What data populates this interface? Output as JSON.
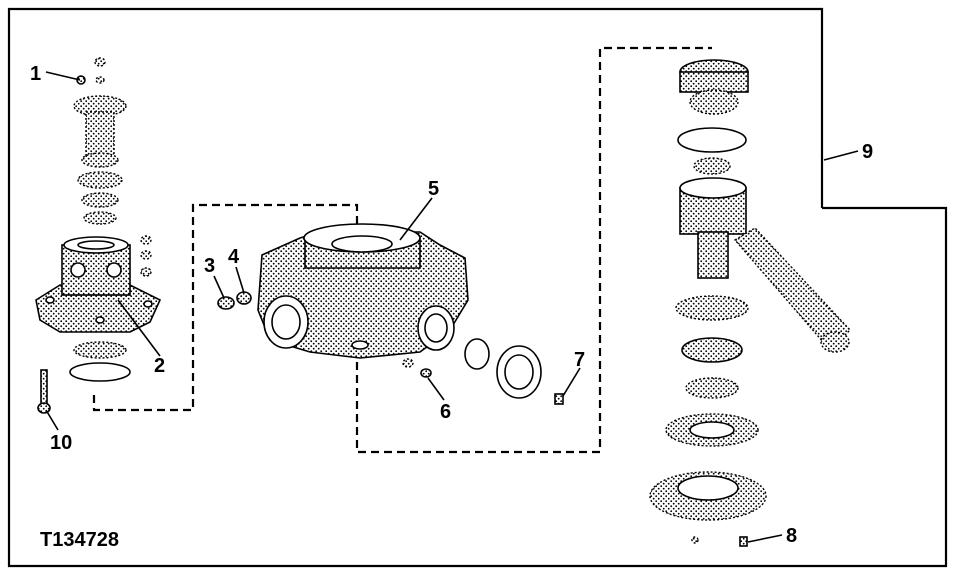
{
  "figure_id": "T134728",
  "callouts": [
    "1",
    "2",
    "3",
    "4",
    "5",
    "6",
    "7",
    "8",
    "9",
    "10"
  ]
}
